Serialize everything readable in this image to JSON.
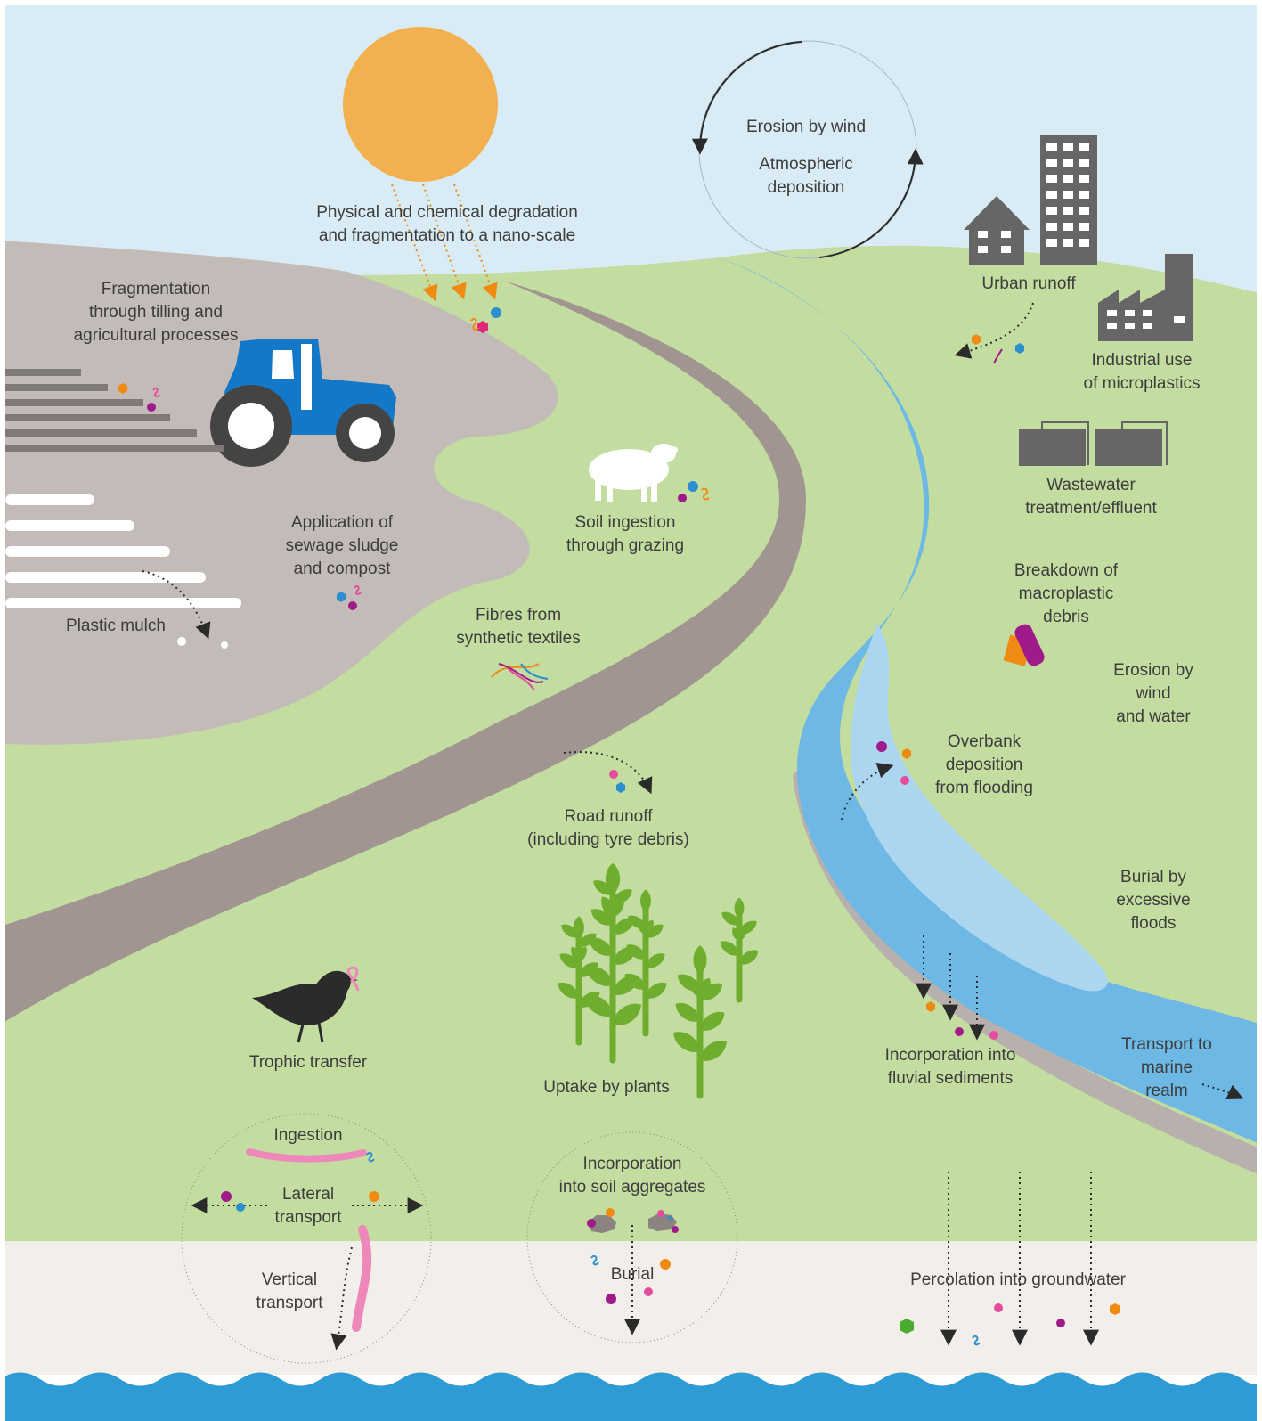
{
  "colors": {
    "sky": "#d9ebf4",
    "grass": "#c3dca0",
    "field": "#c2bbb8",
    "road": "#a09591",
    "river": "#6db8e4",
    "river_shallow": "#acd6f0",
    "bank": "#b7b0ad",
    "subsoil": "#f2eee9",
    "sea": "#2f9bd4",
    "sun": "#f3b04e",
    "tractor": "#1478c8",
    "building": "#666666",
    "plant": "#6fad2f",
    "orange": "#ef8a12",
    "magenta": "#a11a8a",
    "pink": "#e54c9c",
    "blue": "#2a8fcc",
    "worm": "#ee88bb",
    "bird": "#2b2b2b"
  },
  "labels": {
    "degradation": "Physical and chemical degradation\nand fragmentation to a nano-scale",
    "erosion_wind": "Erosion by wind",
    "atmospheric": "Atmospheric\ndeposition",
    "urban_runoff": "Urban runoff",
    "industrial": "Industrial use\nof microplastics",
    "wastewater": "Wastewater\ntreatment/effluent",
    "breakdown": "Breakdown of\nmacroplastic\ndebris",
    "erosion_wind_water": "Erosion by wind\nand water",
    "overbank": "Overbank\ndeposition\nfrom flooding",
    "burial_floods": "Burial by\nexcessive floods",
    "fluvial": "Incorporation into\nfluvial sediments",
    "marine": "Transport to\nmarine realm",
    "fragmentation": "Fragmentation\nthrough tilling and\nagricultural processes",
    "sewage": "Application of\nsewage sludge\nand compost",
    "mulch": "Plastic mulch",
    "grazing": "Soil ingestion\nthrough grazing",
    "fibres": "Fibres from\nsynthetic textiles",
    "road_runoff": "Road runoff\n(including tyre debris)",
    "trophic": "Trophic transfer",
    "uptake": "Uptake by plants",
    "ingestion": "Ingestion",
    "lateral": "Lateral\ntransport",
    "vertical": "Vertical\ntransport",
    "aggregates": "Incorporation\ninto soil aggregates",
    "burial": "Burial",
    "percolation": "Percolation into groundwater"
  }
}
